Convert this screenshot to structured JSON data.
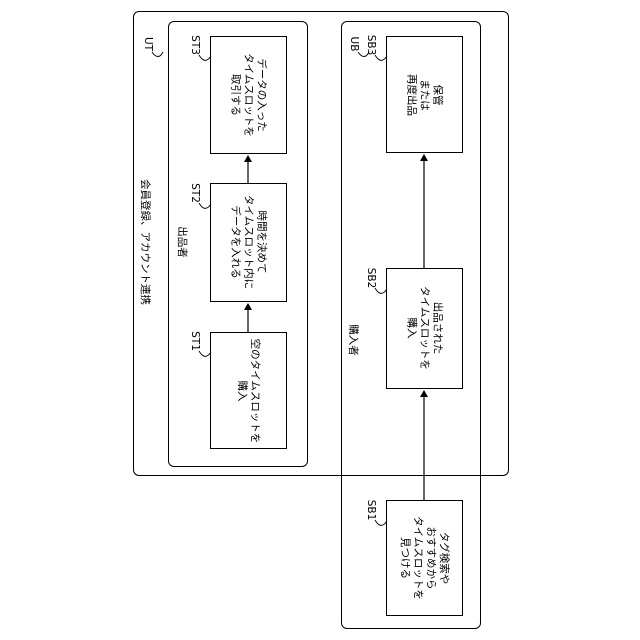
{
  "outer_ut": {
    "label": "UT",
    "caption": "会員登録、アカウント連携"
  },
  "outer_ub": {
    "label": "UB",
    "caption": "購入者"
  },
  "inner_seller": {
    "caption": "出品者"
  },
  "steps": {
    "st1": {
      "id": "ST1",
      "lines": [
        "空のタイムスロットを",
        "購入"
      ]
    },
    "st2": {
      "id": "ST2",
      "lines": [
        "時間を決めて",
        "タイムスロット内に",
        "データを入れる"
      ]
    },
    "st3": {
      "id": "ST3",
      "lines": [
        "データの入った",
        "タイムスロットを",
        "取引する"
      ]
    },
    "sb1": {
      "id": "SB1",
      "lines": [
        "タグ検索や",
        "おすすめから",
        "タイムスロットを",
        "見つける"
      ]
    },
    "sb2": {
      "id": "SB2",
      "lines": [
        "出品された",
        "タイムスロットを",
        "購入"
      ]
    },
    "sb3": {
      "id": "SB3",
      "lines": [
        "保管",
        "または",
        "再度出品"
      ]
    }
  }
}
